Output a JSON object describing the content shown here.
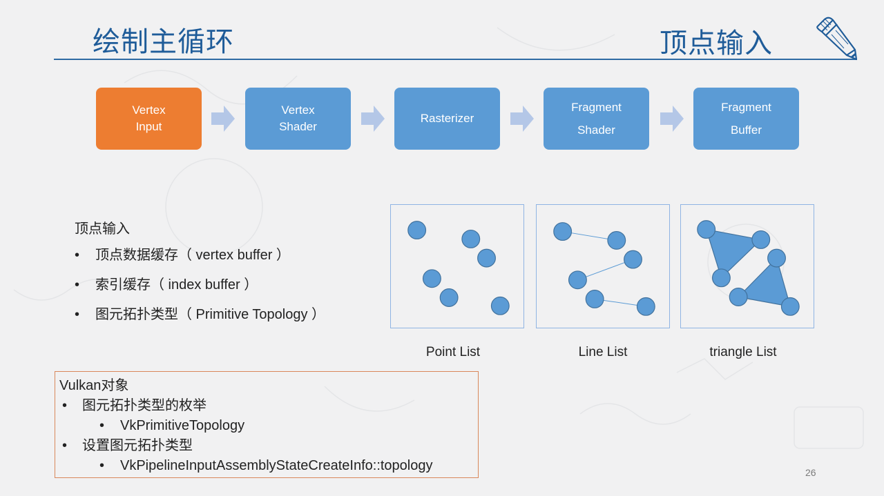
{
  "slide": {
    "title_left": "绘制主循环",
    "title_right": "顶点输入",
    "page_number": "26",
    "decor_icon": "pencil-icon",
    "colors": {
      "title": "#1f5c99",
      "stage_default": "#5b9bd5",
      "stage_active": "#ed7d31",
      "arrow": "#b4c7e7",
      "diagram_border": "#8fb4e3",
      "vk_box_border": "#d9875a"
    }
  },
  "pipeline": {
    "stages": [
      {
        "lines": [
          "Vertex",
          "Input"
        ],
        "active": true
      },
      {
        "lines": [
          "Vertex",
          "Shader"
        ],
        "active": false
      },
      {
        "lines": [
          "Rasterizer"
        ],
        "active": false
      },
      {
        "lines": [
          "Fragment",
          "Shader"
        ],
        "active": false
      },
      {
        "lines": [
          "Fragment",
          "Buffer"
        ],
        "active": false
      }
    ],
    "arrow_icon": "right-arrow-icon"
  },
  "vertex_input": {
    "heading": "顶点输入",
    "bullet_glyph": "•",
    "items": [
      "顶点数据缓存（ vertex buffer ）",
      "索引缓存（ index buffer ）",
      "图元拓扑类型（ Primitive Topology ）"
    ]
  },
  "topologies": [
    {
      "label": "Point List"
    },
    {
      "label": "Line List"
    },
    {
      "label": "triangle List"
    }
  ],
  "vulkan_objects": {
    "heading": "Vulkan对象",
    "bullet_glyph": "•",
    "items": [
      {
        "text": "图元拓扑类型的枚举",
        "sub": [
          "VkPrimitiveTopology"
        ]
      },
      {
        "text": "设置图元拓扑类型",
        "sub": [
          "VkPipelineInputAssemblyStateCreateInfo::topology"
        ]
      }
    ]
  }
}
